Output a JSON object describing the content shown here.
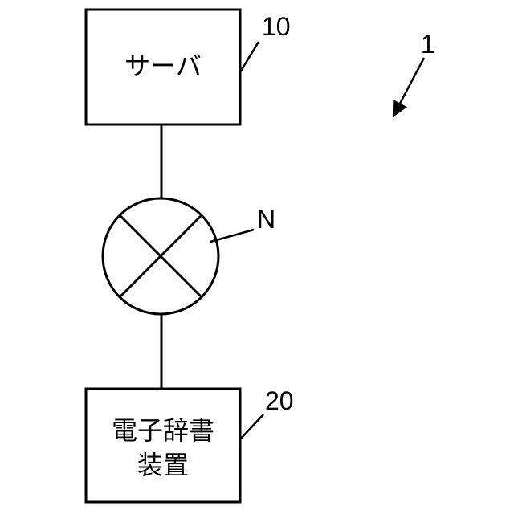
{
  "figure": {
    "ref": "1"
  },
  "server": {
    "label": "サーバ",
    "ref": "10"
  },
  "network": {
    "label": "N"
  },
  "device": {
    "label_line1": "電子辞書",
    "label_line2": "装置",
    "ref": "20"
  },
  "colors": {
    "stroke": "#000000",
    "background": "#ffffff"
  }
}
